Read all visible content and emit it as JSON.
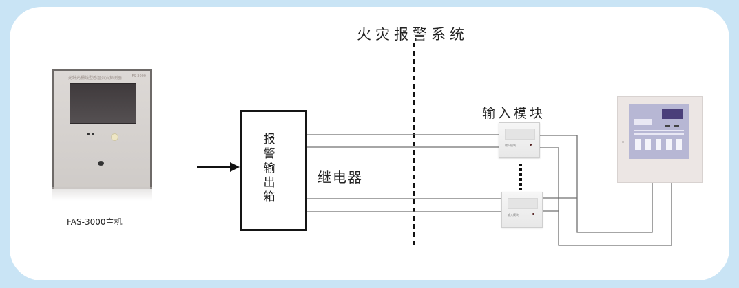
{
  "diagram": {
    "title": "火灾报警系统",
    "host": {
      "caption": "FAS-3000主机",
      "panel_heading": "光纤光栅线型感温火灾探测器",
      "model_badge": "FS-3000"
    },
    "output_box": {
      "label_chars": [
        "报",
        "警",
        "输",
        "出",
        "箱"
      ],
      "ellipsis": "⋮"
    },
    "relay_label": "继电器",
    "input_module": {
      "label": "输入模块",
      "module_text": "输入模块"
    },
    "colors": {
      "frame_border": "#c9e4f5",
      "line": "#707070",
      "box_border": "#151515",
      "divider": "#111111"
    },
    "connections": [
      {
        "from": "fas-3000-host",
        "to": "alarm-output-box",
        "type": "arrow"
      },
      {
        "from": "alarm-output-box",
        "to": "input-module-1",
        "type": "relay-pair"
      },
      {
        "from": "alarm-output-box",
        "to": "input-module-2",
        "type": "relay-pair"
      },
      {
        "from": "input-module-1",
        "to": "fire-alarm-controller",
        "type": "bus"
      },
      {
        "from": "input-module-2",
        "to": "fire-alarm-controller",
        "type": "bus"
      }
    ]
  }
}
